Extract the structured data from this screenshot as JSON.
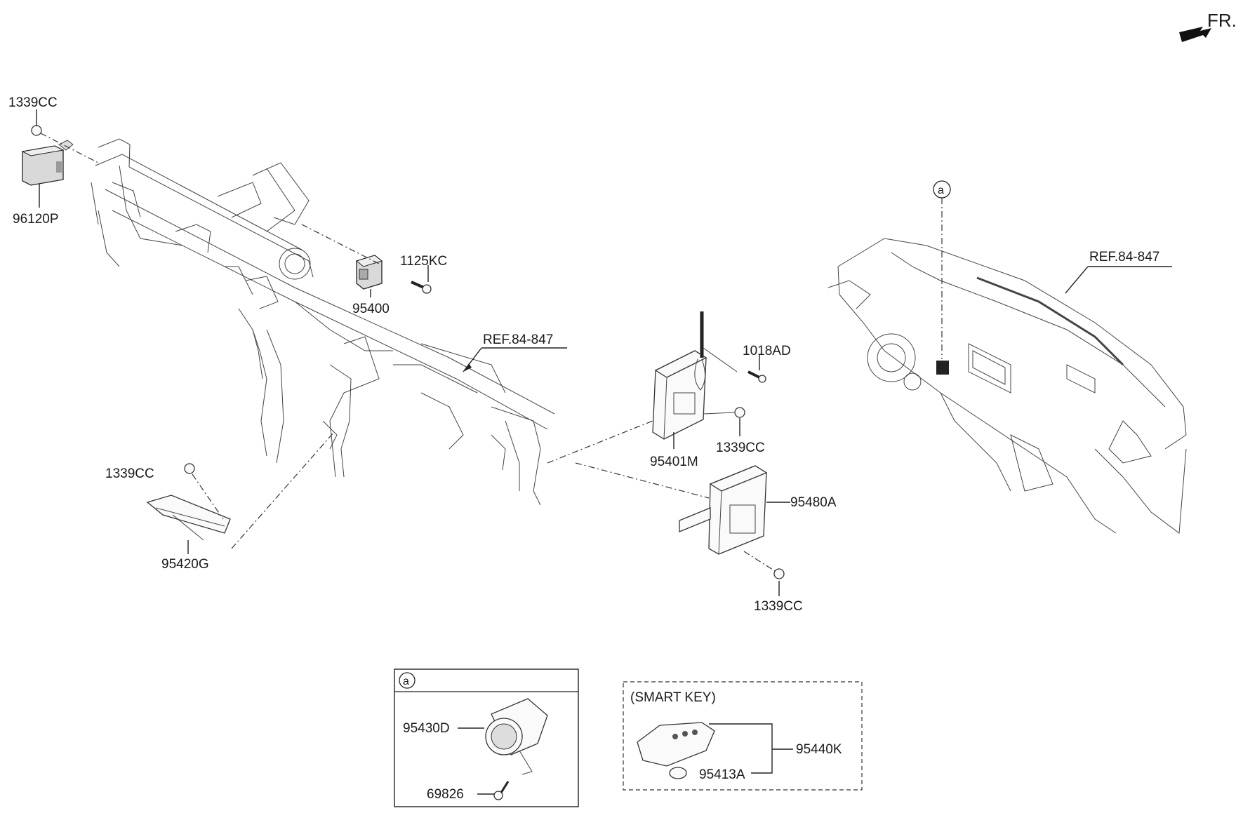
{
  "orientation": {
    "label": "FR."
  },
  "labels": {
    "p96120P": "96120P",
    "p1339CC_a": "1339CC",
    "p1125KC": "1125KC",
    "p95400": "95400",
    "pRef_center": "REF.84-847",
    "p1018AD": "1018AD",
    "p1339CC_b": "1339CC",
    "p95401M": "95401M",
    "p95480A": "95480A",
    "p1339CC_c": "1339CC",
    "p1339CC_d": "1339CC",
    "p95420G": "95420G",
    "pRef_right": "REF.84-847",
    "callout_a": "a"
  },
  "inset_a": {
    "tag": "a",
    "p95430D": "95430D",
    "p69826": "69826"
  },
  "smart_key": {
    "title": "(SMART KEY)",
    "p95440K": "95440K",
    "p95413A": "95413A"
  }
}
